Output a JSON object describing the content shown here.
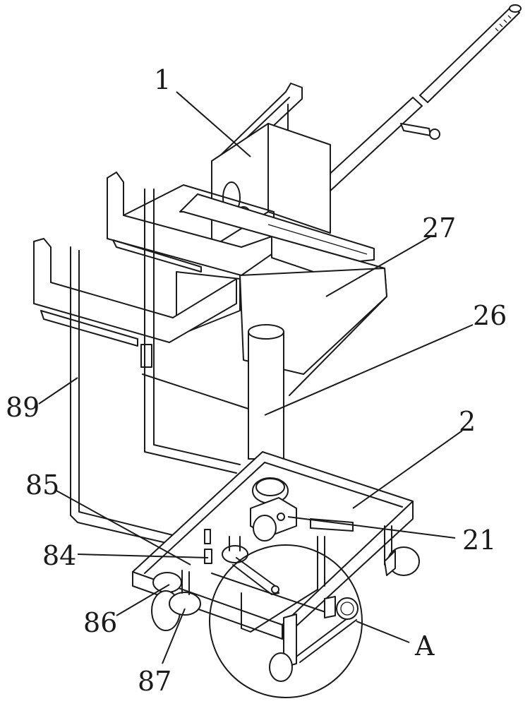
{
  "labels": {
    "l1": "1",
    "l27": "27",
    "l26": "26",
    "l2": "2",
    "l89": "89",
    "l85": "85",
    "l84": "84",
    "l21": "21",
    "l86": "86",
    "l87": "87",
    "lA": "A"
  }
}
